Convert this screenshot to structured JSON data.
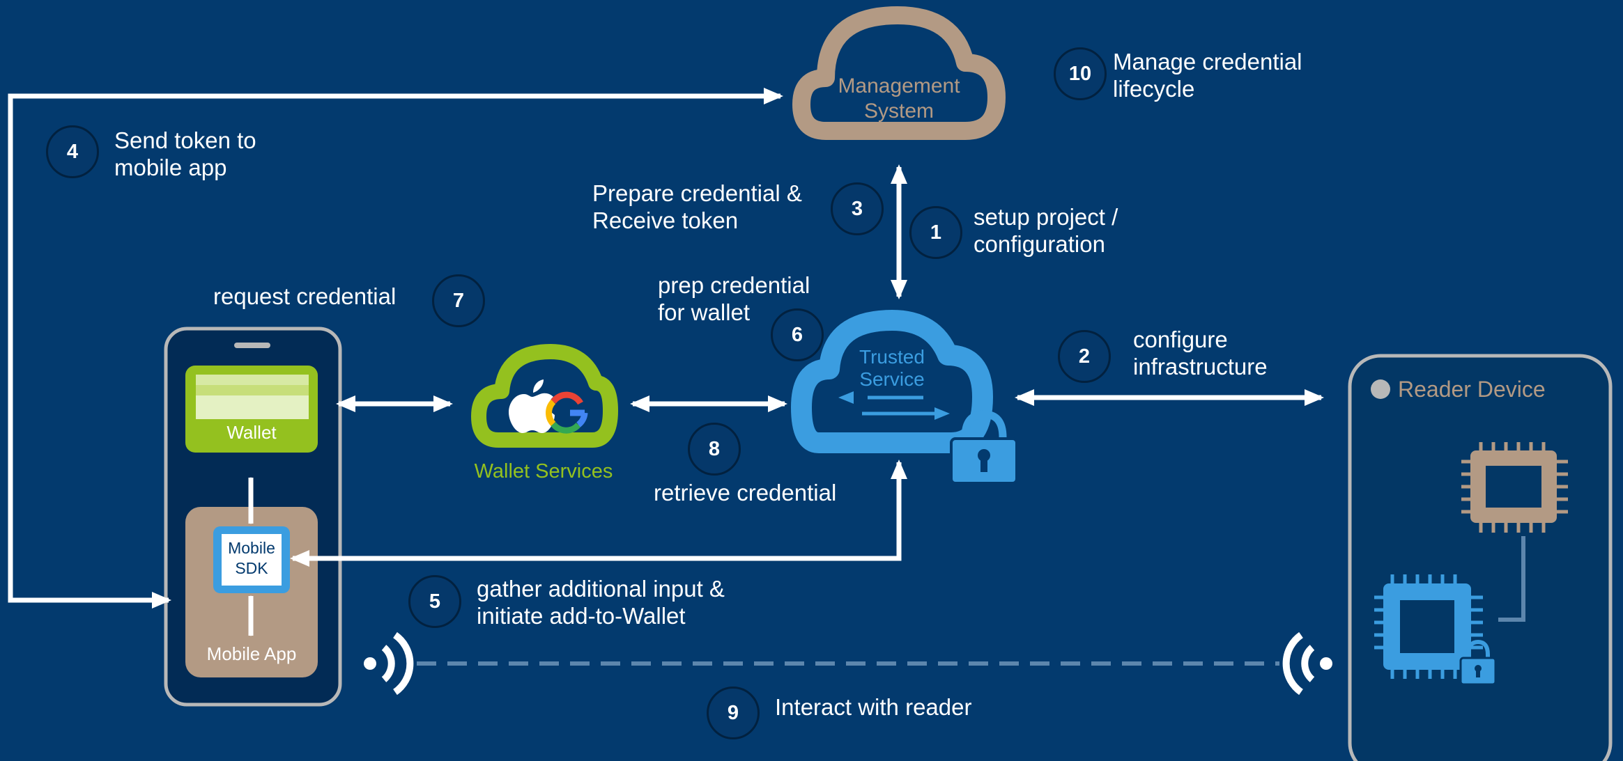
{
  "colors": {
    "background": "#033a6e",
    "arrow": "#ffffff",
    "management_cloud": "#b39a84",
    "wallet_green": "#94c11f",
    "trusted_blue": "#3b9de0",
    "reader_chip": "#b39a84",
    "mobile_app": "#b39a84",
    "dashed_link": "#5d86ad"
  },
  "nodes": {
    "management": {
      "line1": "Management",
      "line2": "System"
    },
    "trusted": {
      "line1": "Trusted",
      "line2": "Service"
    },
    "wallet_services": {
      "label": "Wallet Services"
    },
    "wallet": {
      "label": "Wallet"
    },
    "sdk": {
      "line1": "Mobile",
      "line2": "SDK"
    },
    "mobile_app": {
      "label": "Mobile App"
    },
    "reader": {
      "label": "Reader Device"
    }
  },
  "steps": [
    {
      "num": "1",
      "line1": "setup project /",
      "line2": "configuration"
    },
    {
      "num": "2",
      "line1": "configure",
      "line2": "infrastructure"
    },
    {
      "num": "3",
      "line1": "Prepare credential &",
      "line2": "Receive token"
    },
    {
      "num": "4",
      "line1": "Send token to",
      "line2": "mobile app"
    },
    {
      "num": "5",
      "line1": "gather additional input &",
      "line2": "initiate add-to-Wallet"
    },
    {
      "num": "6",
      "line1": "prep credential",
      "line2": "for wallet"
    },
    {
      "num": "7",
      "line1": "request credential"
    },
    {
      "num": "8",
      "line1": "retrieve credential"
    },
    {
      "num": "9",
      "line1": "Interact with reader"
    },
    {
      "num": "10",
      "line1": "Manage credential",
      "line2": "lifecycle"
    }
  ],
  "icons": {
    "wallet_services": [
      "apple-logo-icon",
      "google-logo-icon"
    ],
    "trusted": [
      "exchange-arrows-icon",
      "padlock-icon"
    ],
    "nfc": [
      "nfc-signal-left-icon",
      "nfc-signal-right-icon"
    ],
    "reader": [
      "chip-icon",
      "secure-chip-icon"
    ]
  }
}
